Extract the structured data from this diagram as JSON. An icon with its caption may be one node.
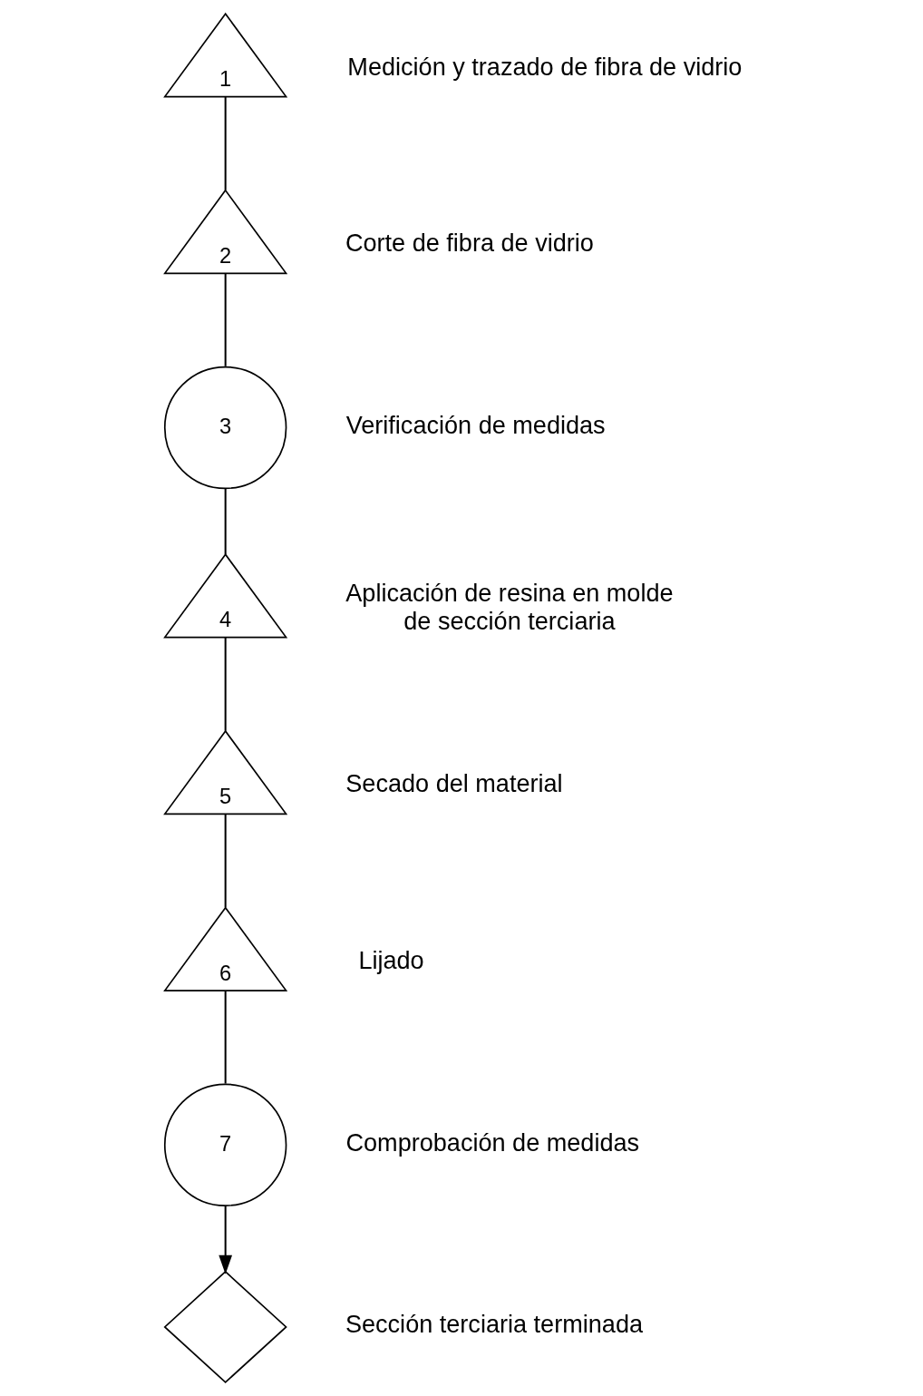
{
  "diagram": {
    "nodes": [
      {
        "text": [
          "1"
        ],
        "beside": [
          "Medición y trazado de fibra de vidrio"
        ]
      },
      {
        "text": [
          "2"
        ],
        "beside": [
          "Corte de fibra de vidrio"
        ]
      },
      {
        "text": [
          "3"
        ],
        "beside": [
          "Verificación de medidas"
        ]
      },
      {
        "text": [
          "4"
        ],
        "beside": [
          "Aplicación de resina en molde de sección terciaria"
        ]
      },
      {
        "text": [
          "5"
        ],
        "beside": [
          "Secado del material"
        ]
      },
      {
        "text": [
          "6"
        ],
        "beside": [
          "Lijado"
        ]
      },
      {
        "text": [
          "7"
        ],
        "beside": [
          "Comprobación de medidas"
        ]
      },
      {
        "text": [],
        "shape": "diamond",
        "beside": [
          "Sección terciaria terminada"
        ]
      }
    ],
    "edges": [
      {
        "from": 0,
        "to": 1,
        "arrow": "none"
      },
      {
        "from": 1,
        "to": 2,
        "arrow": "none"
      },
      {
        "from": 2,
        "to": 3,
        "arrow": "none"
      },
      {
        "from": 3,
        "to": 4,
        "arrow": "none"
      },
      {
        "from": 4,
        "to": 5,
        "arrow": "none"
      },
      {
        "from": 5,
        "to": 6,
        "arrow": "none"
      },
      {
        "from": 6,
        "to": 7,
        "arrow": "to"
      }
    ]
  }
}
